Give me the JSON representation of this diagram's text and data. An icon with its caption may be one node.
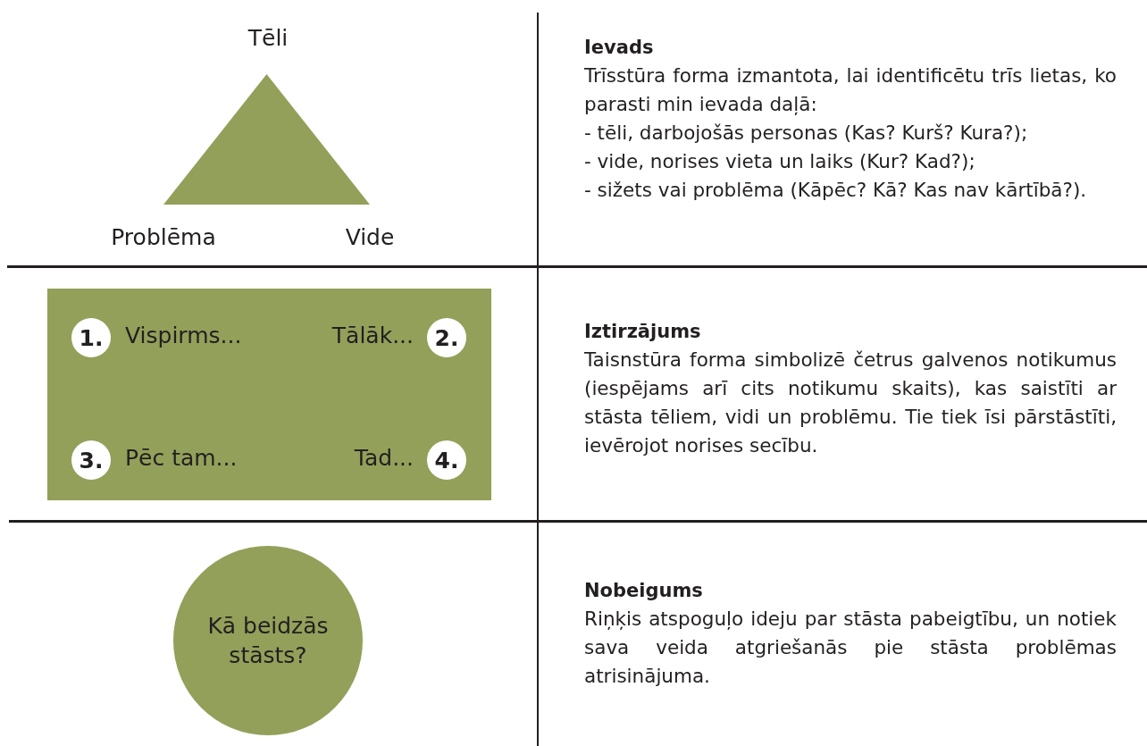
{
  "diagram": {
    "nodes": [
      {
        "text": [],
        "shape": "triangle",
        "beside": [
          "Tēli",
          "Problēma",
          "Vide"
        ]
      },
      {
        "text": [
          "Vispirms...",
          "Tālāk...",
          "Pēc tam...",
          "Tad..."
        ]
      },
      {
        "text": [
          "1."
        ],
        "in": 1
      },
      {
        "text": [
          "2."
        ],
        "in": 1
      },
      {
        "text": [
          "3."
        ],
        "in": 1
      },
      {
        "text": [
          "4."
        ],
        "in": 1
      },
      {
        "text": [
          "Kā beidzās stāsts?"
        ]
      }
    ],
    "labels": [
      "Ievads",
      "Trīsstūra forma izmantota, lai identificētu trīs lietas, ko parasti min ievada daļā:",
      "- tēli, darbojošās personas (Kas? Kurš? Kura?);",
      "- vide, norises vieta un laiks (Kur? Kad?);",
      "- sižets vai problēma (Kāpēc? Kā? Kas nav kārtībā?).",
      "Iztirzājums",
      "Taisnstūra forma simbolizē četrus galvenos notikumus (iespējams arī cits notikumu skaits), kas saistīti ar stāsta tēliem, vidi un problēmu. Tie tiek īsi pārstāstīti, ievērojot norises secību.",
      "Nobeigums",
      "Riņķis atspoguļo ideju par stāsta pabeigtību, un notiek sava veida atgriešanās pie stāsta problēmas atrisinājuma."
    ]
  }
}
